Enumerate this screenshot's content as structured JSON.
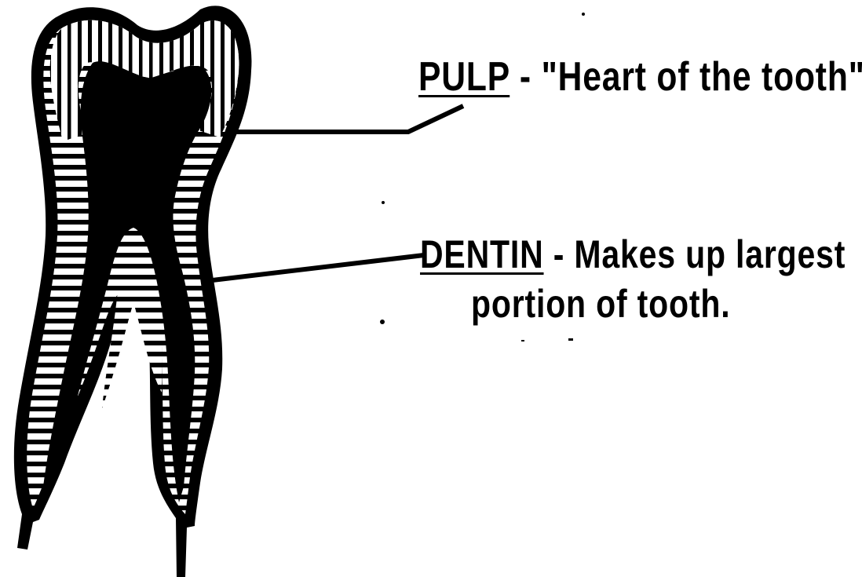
{
  "labels": {
    "pulp": {
      "term": "PULP",
      "separator": " - ",
      "description": "\"Heart of the tooth\""
    },
    "dentin": {
      "term": "DENTIN",
      "separator": " - ",
      "description_line1": "Makes up largest",
      "description_line2": "portion of tooth."
    }
  },
  "colors": {
    "ink": "#000000",
    "paper": "#ffffff"
  }
}
